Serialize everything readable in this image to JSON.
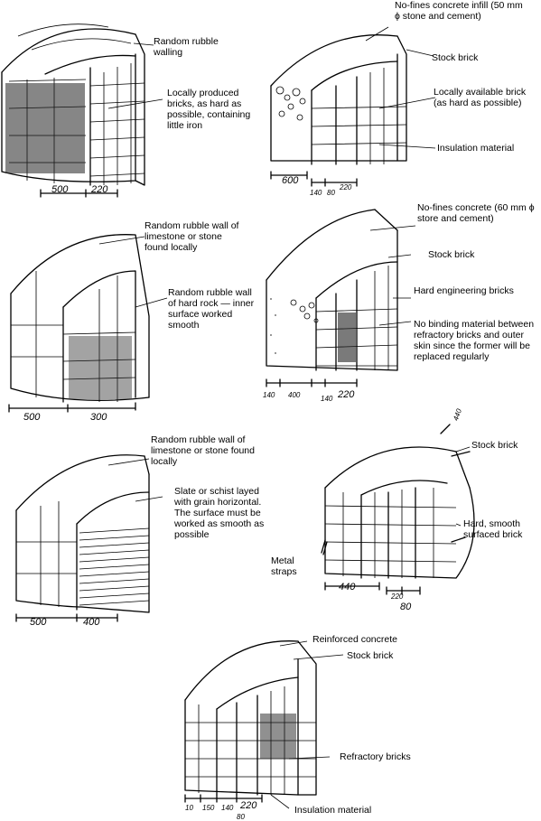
{
  "panels": [
    {
      "labels": [
        "Random rubble walling",
        "Locally produced bricks, as hard as possible, containing little iron"
      ],
      "dims": [
        "500",
        "220"
      ]
    },
    {
      "labels": [
        "No-fines concrete infill (50 mm ϕ stone and cement)",
        "Stock brick",
        "Locally available brick (as hard as possible)",
        "Insulation material"
      ],
      "dims": [
        "600",
        "140",
        "80",
        "220"
      ]
    },
    {
      "labels": [
        "Random rubble wall of limestone or stone found locally",
        "Random rubble wall of hard rock — inner surface worked smooth"
      ],
      "dims": [
        "500",
        "300"
      ]
    },
    {
      "labels": [
        "No-fines concrete (60 mm ϕ store and cement)",
        "Stock brick",
        "Hard engineering bricks",
        "No binding material between refractory bricks and outer skin since the former will be replaced regularly"
      ],
      "dims": [
        "140",
        "400",
        "140",
        "220"
      ]
    },
    {
      "labels": [
        "Random rubble wall of limestone or stone found locally",
        "Slate or schist layed with grain horizontal. The surface must be worked as smooth as possible"
      ],
      "dims": [
        "500",
        "400"
      ]
    },
    {
      "labels": [
        "Stock brick",
        "Hard, smooth surfaced brick",
        "Metal straps"
      ],
      "dims": [
        "440",
        "220",
        "80",
        "440"
      ]
    },
    {
      "labels": [
        "Reinforced concrete",
        "Stock brick",
        "Refractory bricks",
        "Insulation material"
      ],
      "dims": [
        "10",
        "150",
        "140",
        "220",
        "80"
      ]
    }
  ]
}
